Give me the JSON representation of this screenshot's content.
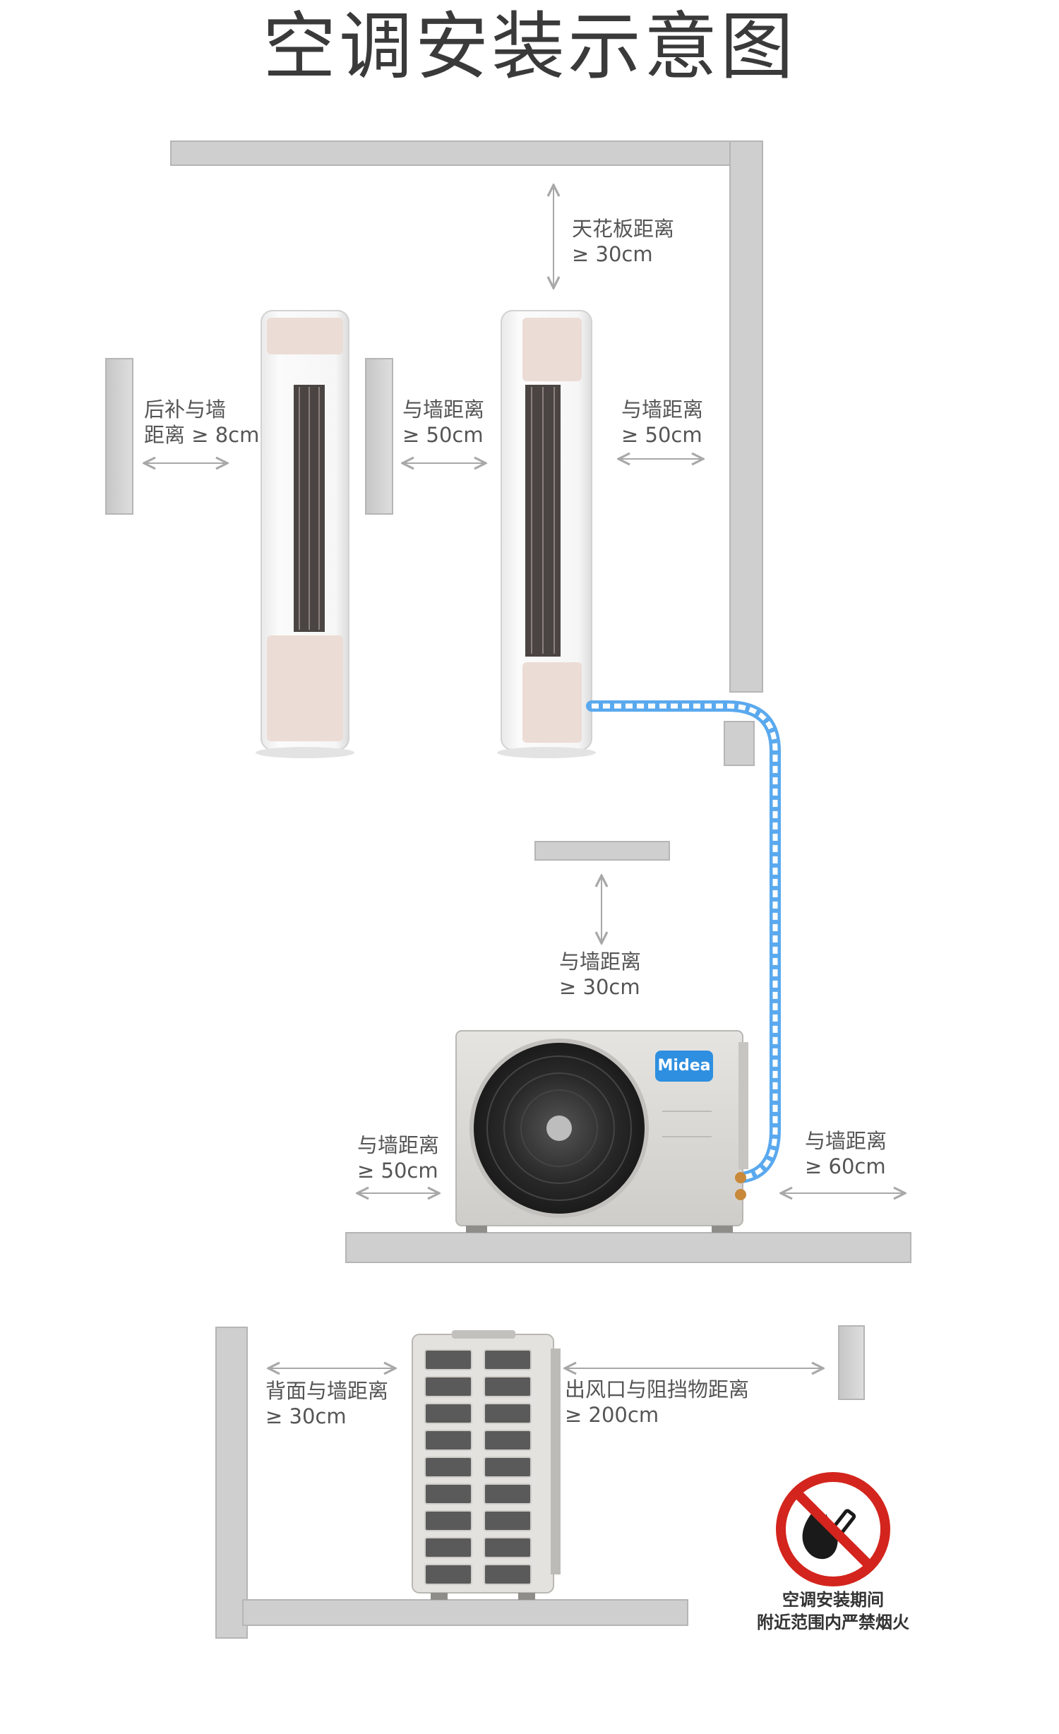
{
  "title": "空调安装示意图",
  "labels": {
    "ceiling": {
      "line1": "天花板距离",
      "line2": "≥ 30cm"
    },
    "rear_wall": {
      "line1": "后补与墙",
      "line2": "距离 ≥ 8cm"
    },
    "side_wall_left": {
      "line1": "与墙距离",
      "line2": "≥ 50cm"
    },
    "side_wall_right": {
      "line1": "与墙距离",
      "line2": "≥ 50cm"
    },
    "outdoor_top": {
      "line1": "与墙距离",
      "line2": "≥ 30cm"
    },
    "outdoor_left": {
      "line1": "与墙距离",
      "line2": "≥ 50cm"
    },
    "outdoor_right": {
      "line1": "与墙距离",
      "line2": "≥ 60cm"
    },
    "outdoor_back": {
      "line1": "背面与墙距离",
      "line2": "≥ 30cm"
    },
    "outlet_clearance": {
      "line1": "出风口与阻挡物距离",
      "line2": "≥ 200cm"
    }
  },
  "brand": "Midea",
  "warning": {
    "line1": "空调安装期间",
    "line2": "附近范围内严禁烟火"
  },
  "colors": {
    "wall": "#cfcfcf",
    "wall_edge": "#b5b5b5",
    "arrow": "#a8a8a8",
    "pipe": "#5aa9ee",
    "unit_body": "#f4f4f4",
    "unit_accent": "#ecdcd6",
    "vent": "#4a4442",
    "outdoor_body": "#dcdad6",
    "fan": "#2d2d2d",
    "brand_badge": "#2e8fe0",
    "no_fire_red": "#d3251d"
  },
  "icons": [
    "no-smoking-fire-icon"
  ]
}
